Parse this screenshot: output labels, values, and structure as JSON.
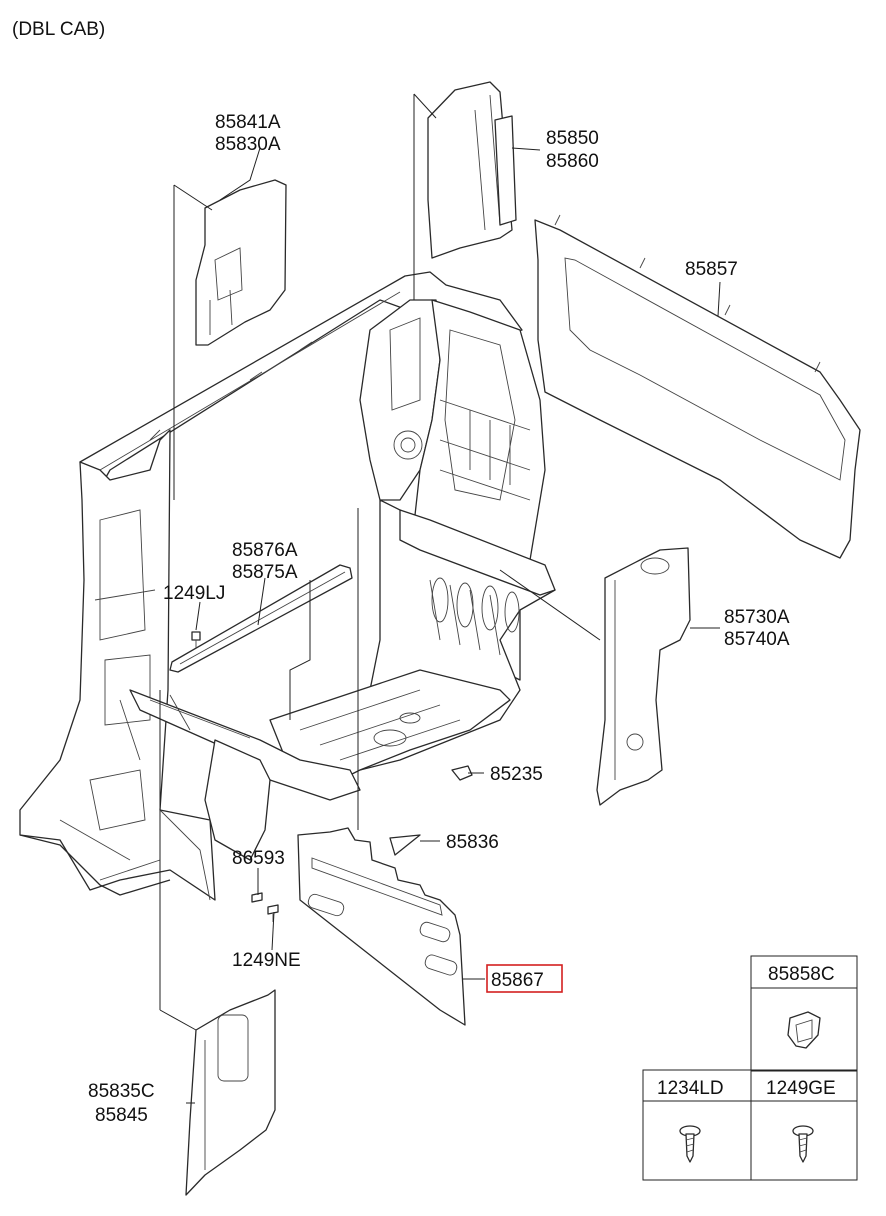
{
  "header": {
    "title": "(DBL CAB)"
  },
  "labels": {
    "p85841A": "85841A",
    "p85830A": "85830A",
    "p85850": "85850",
    "p85860": "85860",
    "p85857": "85857",
    "p85876A": "85876A",
    "p85875A": "85875A",
    "p1249LJ": "1249LJ",
    "p85730A": "85730A",
    "p85740A": "85740A",
    "p85235": "85235",
    "p85836": "85836",
    "p86593": "86593",
    "p1249NE": "1249NE",
    "p85867": "85867",
    "p85835C": "85835C",
    "p85845": "85845"
  },
  "fastener_table": {
    "top": "85858C",
    "bottom_left": "1234LD",
    "bottom_right": "1249GE"
  },
  "highlight": {
    "part": "85867",
    "color": "#d42020"
  }
}
